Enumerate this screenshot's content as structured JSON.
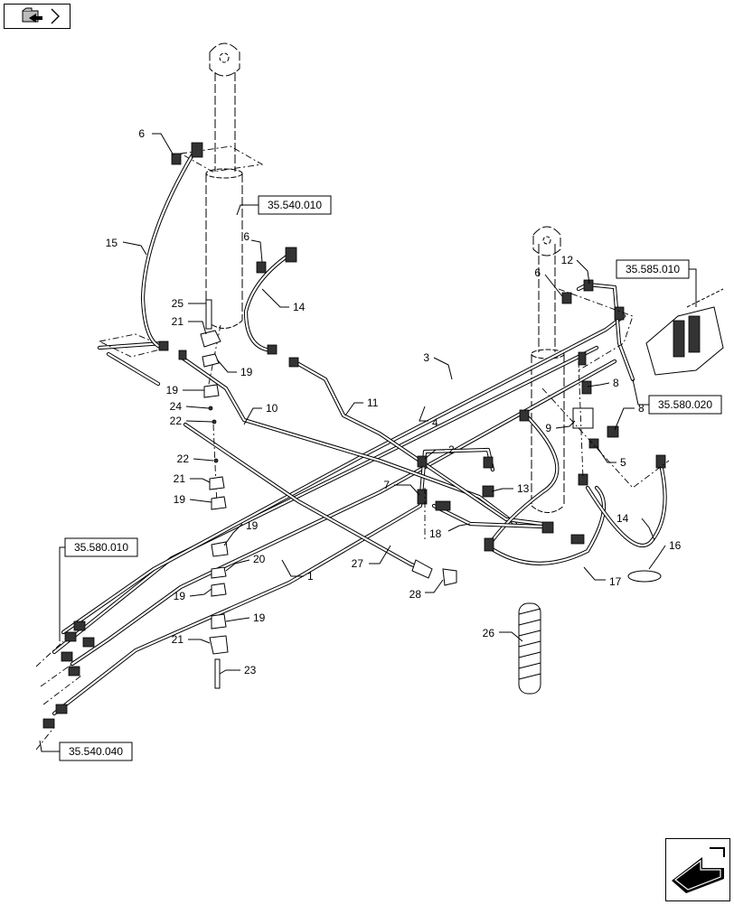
{
  "navigation": {
    "top_icon": "folder-arrow-icon",
    "bottom_icon": "next-page-arrow-icon"
  },
  "references": [
    {
      "id": "ref-35-540-010",
      "text": "35.540.010"
    },
    {
      "id": "ref-35-585-010",
      "text": "35.585.010"
    },
    {
      "id": "ref-35-580-020",
      "text": "35.580.020"
    },
    {
      "id": "ref-35-580-010",
      "text": "35.580.010"
    },
    {
      "id": "ref-35-540-040",
      "text": "35.540.040"
    }
  ],
  "callouts": [
    "6",
    "15",
    "6",
    "14",
    "25",
    "21",
    "19",
    "19",
    "24",
    "22",
    "10",
    "11",
    "3",
    "4",
    "12",
    "6",
    "8",
    "9",
    "8",
    "5",
    "2",
    "22",
    "21",
    "19",
    "7",
    "13",
    "18",
    "19",
    "20",
    "1",
    "27",
    "28",
    "19",
    "19",
    "21",
    "23",
    "14",
    "16",
    "17",
    "26"
  ]
}
